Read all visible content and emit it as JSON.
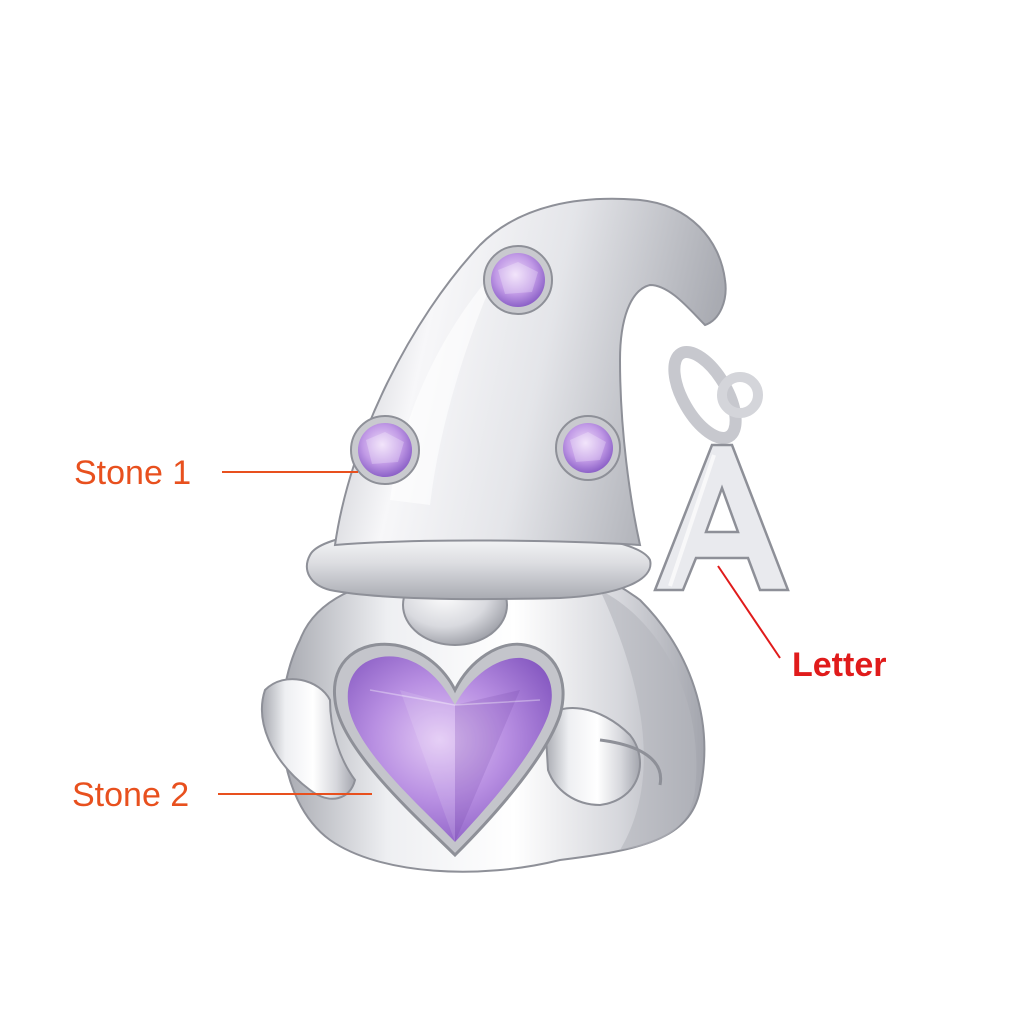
{
  "callouts": {
    "stone1": {
      "label": "Stone 1"
    },
    "stone2": {
      "label": "Stone 2"
    },
    "letter": {
      "label": "Letter"
    }
  },
  "charm": {
    "letter_char": "A"
  },
  "colors": {
    "stone_label": "#e8501e",
    "letter_label": "#e01b1b",
    "silver_light": "#f4f4f6",
    "silver_mid": "#d2d3d8",
    "silver_dark": "#9c9ea6",
    "gem_light": "#d9b8f0",
    "gem_mid": "#b48ae0",
    "gem_dark": "#8a5cc4"
  }
}
